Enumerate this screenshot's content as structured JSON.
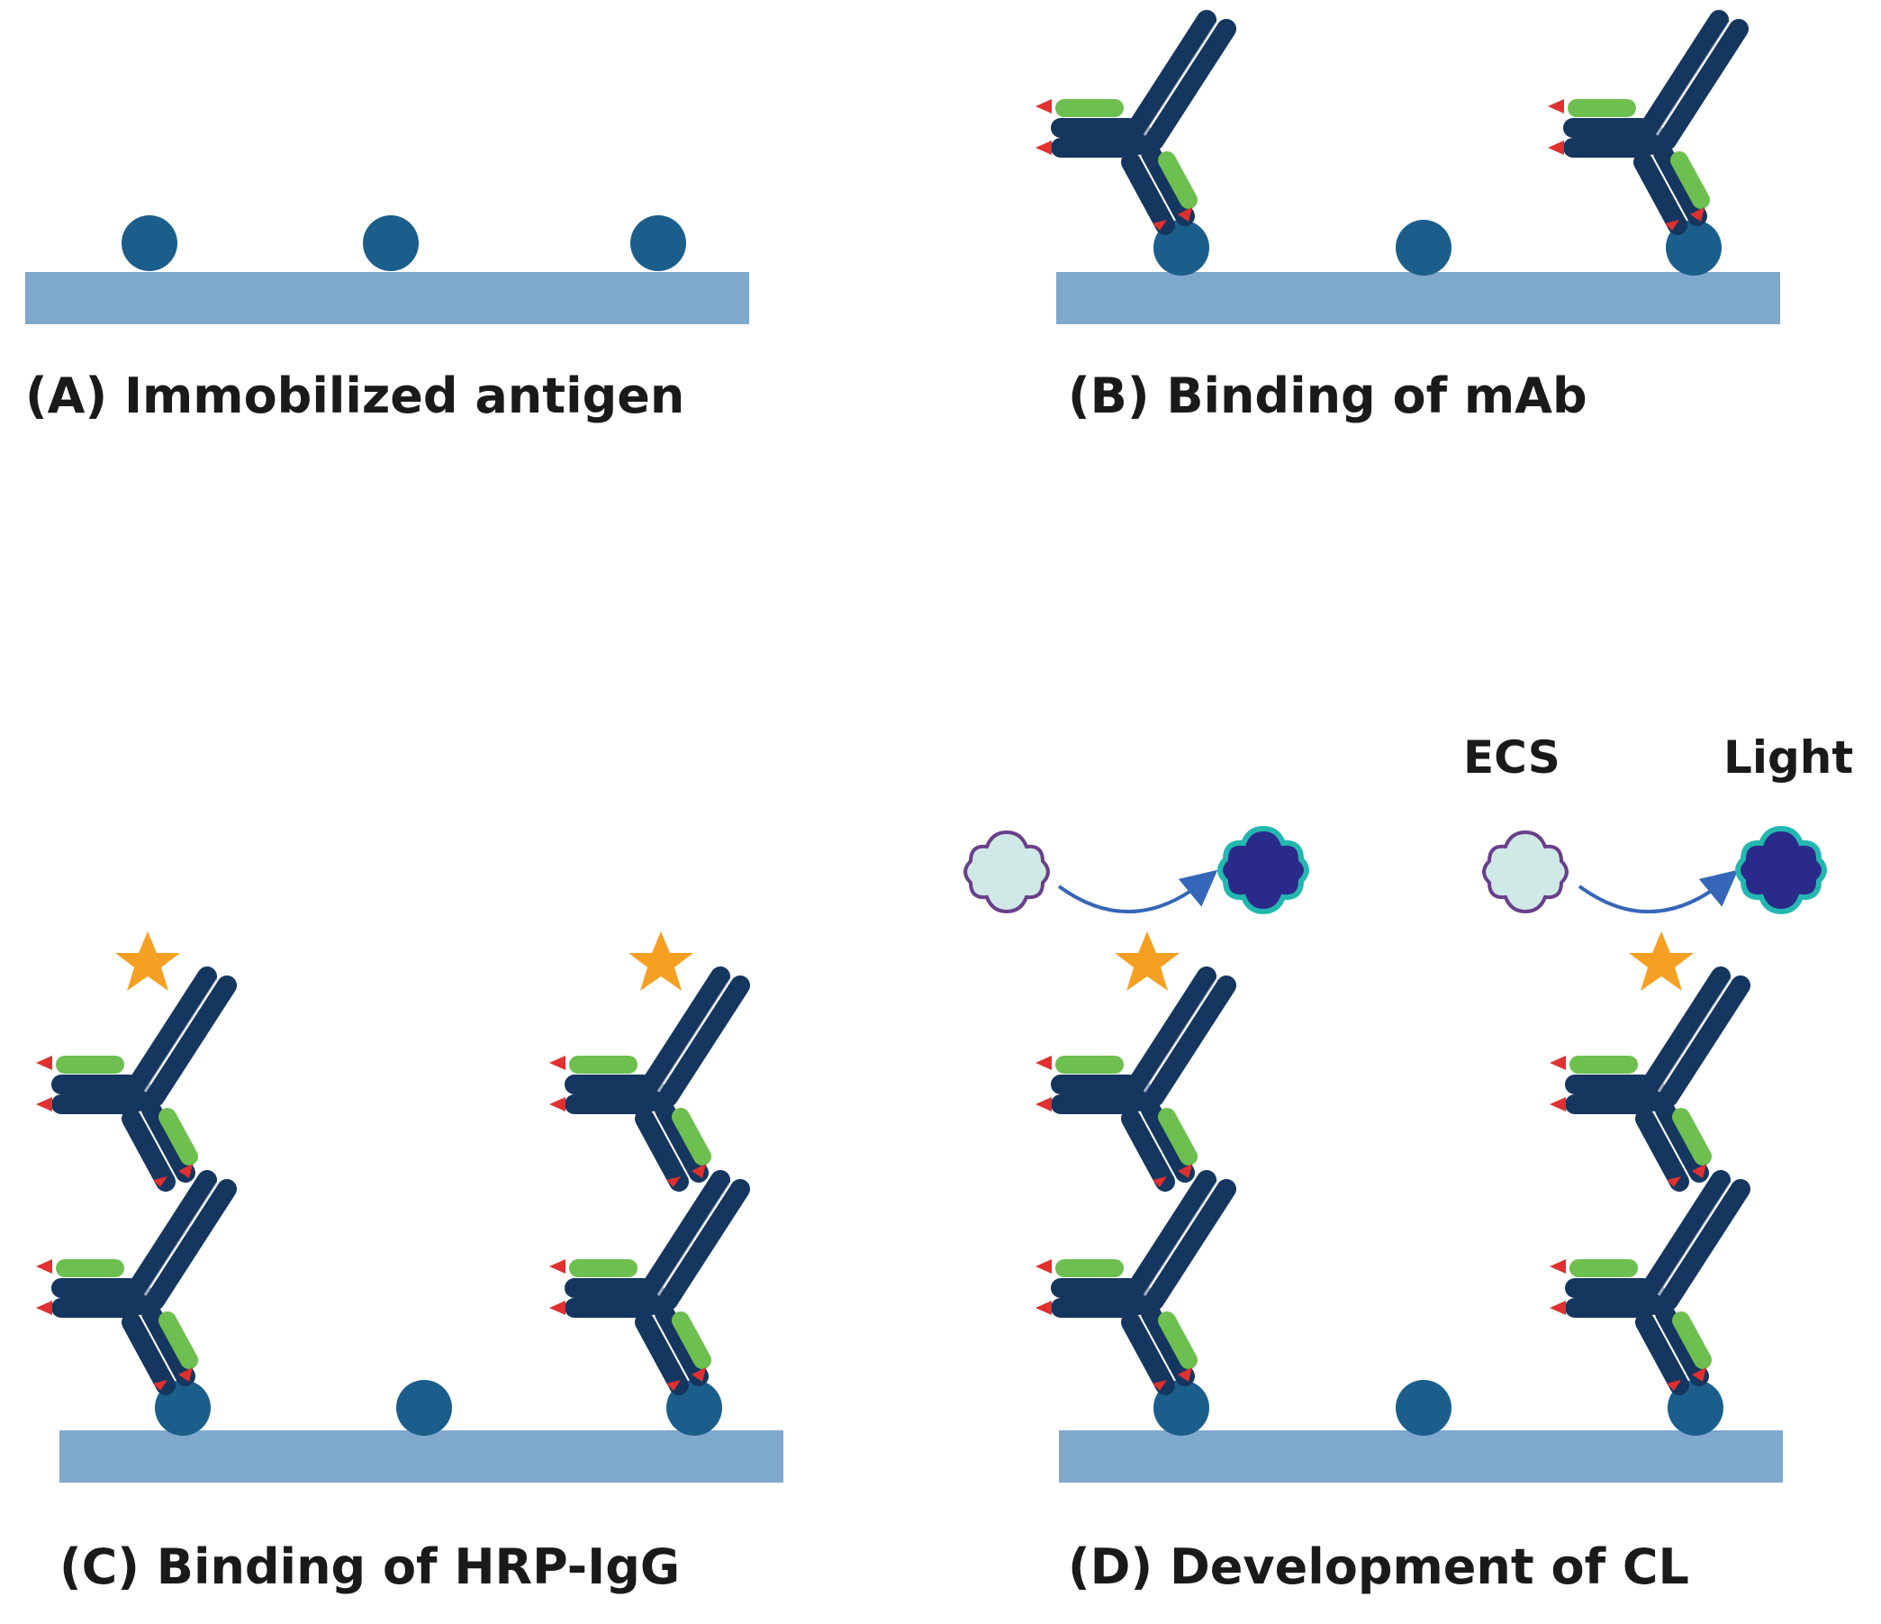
{
  "panels": {
    "a": {
      "caption": "(A) Immobilized antigen"
    },
    "b": {
      "caption": "(B) Binding of mAb"
    },
    "c": {
      "caption": "(C) Binding of HRP-IgG"
    },
    "d": {
      "caption": "(D) Development of CL",
      "substrate_label": "ECS",
      "product_label": "Light"
    }
  },
  "colors": {
    "plate": "#7fa9cc",
    "antigen": "#1b5e8c",
    "antibody": "#14365f",
    "light_chain": "#6dbf4f",
    "tip": "#e03030",
    "hrp_star": "#f5a023",
    "substrate_fill": "#cfe9e6",
    "substrate_stroke": "#6a3f8a",
    "product_fill": "#2a2a8a",
    "product_stroke": "#22b8b0",
    "arrow": "#3566b8"
  }
}
